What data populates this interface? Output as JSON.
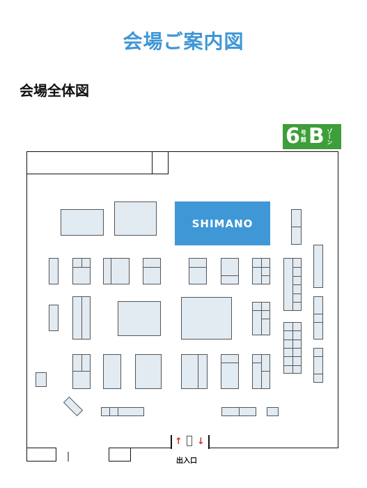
{
  "page": {
    "title": "会場ご案内図",
    "section_title": "会場全体図"
  },
  "hall_badge": {
    "number": "6",
    "kanji_top": "号",
    "kanji_bottom": "館",
    "zone": "B",
    "zone_suffix": "ゾーン"
  },
  "booths": {
    "featured_name": "SHIMANO"
  },
  "entrance": {
    "label": "出入口"
  },
  "colors": {
    "accent": "#3f97d6",
    "badge": "#3d9e3a",
    "booth_fill": "#e2eaf2",
    "arrow": "#c8362c"
  }
}
